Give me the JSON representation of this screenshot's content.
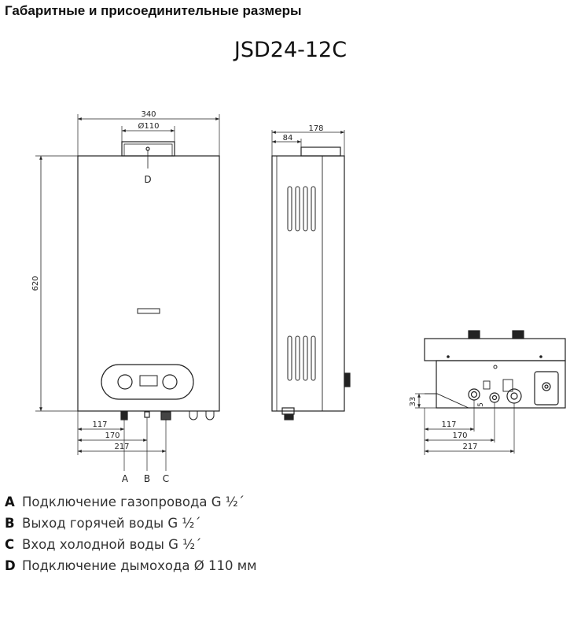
{
  "heading": "Габаритные и присоединительные размеры",
  "model": "JSD24-12C",
  "front_view": {
    "width": "340",
    "flue_diameter": "Ø110",
    "height": "620",
    "flue_label": "D",
    "dim_a": "117",
    "dim_b": "170",
    "dim_c": "217",
    "connections": [
      "A",
      "B",
      "C"
    ]
  },
  "side_view": {
    "depth": "178",
    "offset": "84"
  },
  "bottom_view": {
    "height_dim": "33",
    "small_dim": "5",
    "dim_a": "117",
    "dim_b": "170",
    "dim_c": "217"
  },
  "legend": [
    {
      "letter": "A",
      "text": "Подключение газопровода G ½´"
    },
    {
      "letter": "B",
      "text": "Выход горячей воды G ½´"
    },
    {
      "letter": "C",
      "text": "Вход холодной воды G ½´"
    },
    {
      "letter": "D",
      "text": "Подключение дымохода Ø 110 мм"
    }
  ]
}
